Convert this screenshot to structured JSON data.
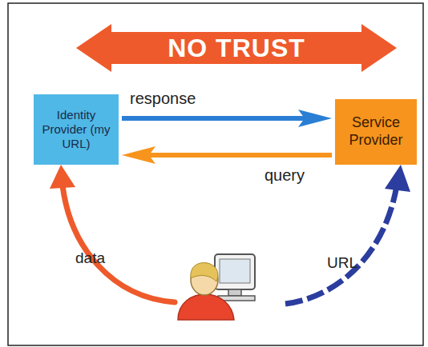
{
  "diagram": {
    "nodes": [
      {
        "text": [
          "NO TRUST"
        ]
      },
      {
        "text": [
          "Identity Provider (my URL)"
        ]
      },
      {
        "text": [
          "Service Provider"
        ]
      }
    ],
    "edges": [
      {
        "from": 1,
        "to": 2,
        "label": "response",
        "arrow": "to"
      },
      {
        "from": 2,
        "to": 1,
        "label": "query",
        "arrow": "to"
      }
    ],
    "labels": [
      "data",
      "URL"
    ]
  }
}
